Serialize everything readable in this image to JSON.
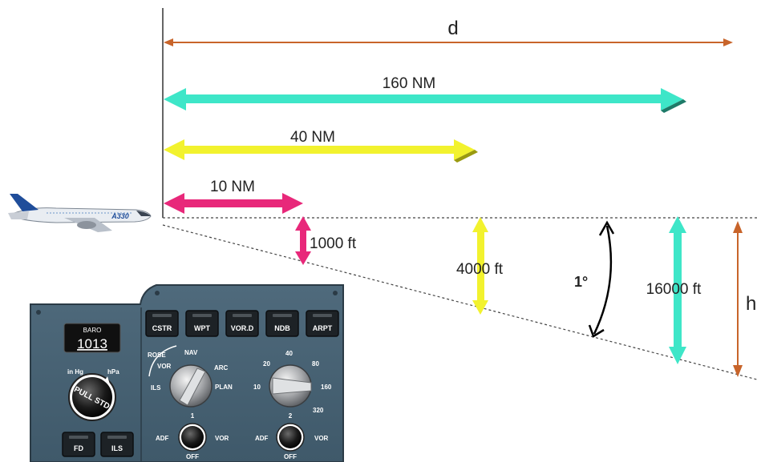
{
  "diagram": {
    "distance_arrows": [
      {
        "label": "d",
        "color": "#c8642a"
      },
      {
        "label": "160 NM",
        "color": "#3ee6c8"
      },
      {
        "label": "40 NM",
        "color": "#f2f22e"
      },
      {
        "label": "10 NM",
        "color": "#e8287a"
      }
    ],
    "height_arrows": [
      {
        "label": "1000 ft",
        "color": "#e8287a"
      },
      {
        "label": "4000 ft",
        "color": "#f2f22e"
      },
      {
        "label": "16000 ft",
        "color": "#3ee6c8"
      },
      {
        "label": "h",
        "color": "#c8642a"
      }
    ],
    "angle_label": "1°",
    "aircraft_label": "A330"
  },
  "panel": {
    "baro_title": "BARO",
    "baro_value": "1013",
    "unit_left": "in Hg",
    "unit_right": "hPa",
    "knob_text": "PULL STD",
    "top_buttons": [
      "CSTR",
      "WPT",
      "VOR.D",
      "NDB",
      "ARPT"
    ],
    "bottom_buttons": [
      "FD",
      "ILS"
    ],
    "mode_labels": [
      "ROSE",
      "NAV",
      "VOR",
      "ARC",
      "ILS",
      "PLAN"
    ],
    "range_labels": [
      "20",
      "40",
      "80",
      "10",
      "160",
      "320"
    ],
    "nav1": {
      "number": "1",
      "left": "ADF",
      "right": "VOR",
      "bottom": "OFF"
    },
    "nav2": {
      "number": "2",
      "left": "ADF",
      "right": "VOR",
      "bottom": "OFF"
    }
  }
}
